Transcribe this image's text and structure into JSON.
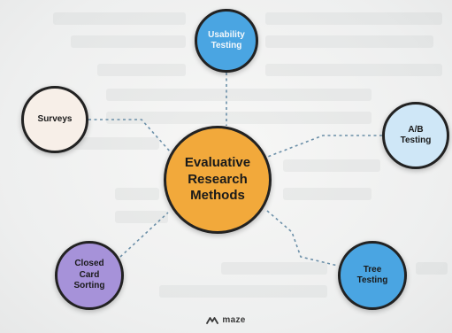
{
  "center": {
    "label": "Evaluative\nResearch\nMethods"
  },
  "methods": {
    "usability": "Usability\nTesting",
    "surveys": "Surveys",
    "ab": "A/B\nTesting",
    "card_sorting": "Closed\nCard\nSorting",
    "tree": "Tree\nTesting"
  },
  "brand": {
    "name": "maze",
    "logo_icon": "maze-logo-icon"
  },
  "colors": {
    "center": "#f2a93b",
    "usability": "#4aa5e2",
    "surveys": "#f7efe8",
    "ab": "#cfe7f7",
    "card_sorting": "#a692d9",
    "tree": "#4aa5e2",
    "connector": "#6b8fa8"
  }
}
